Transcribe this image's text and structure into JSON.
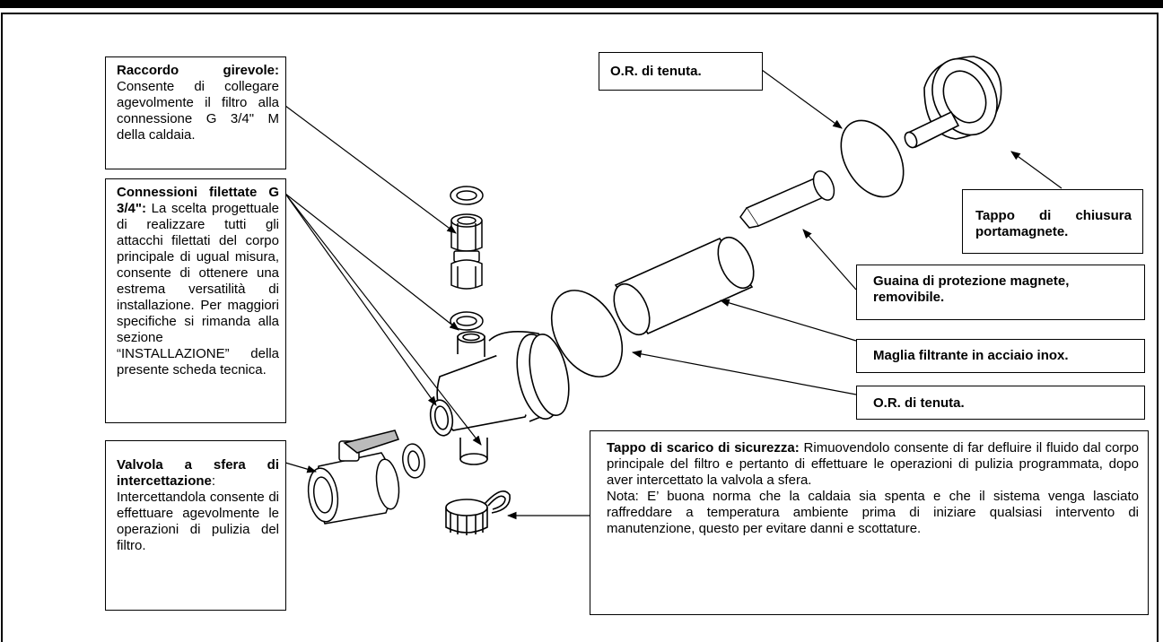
{
  "labels": {
    "raccordo": {
      "title": "Raccordo girevole:",
      "text": "Consente di collegare agevolmente il filtro alla connessione G 3/4\" M della caldaia."
    },
    "connessioni": {
      "title": "Connessioni filettate G 3/4\":",
      "text": "La scelta progettuale di realizzare tutti gli attacchi filettati del corpo principale di ugual misura, consente di ottenere una estrema versatilità di installazione. Per maggiori specifiche si rimanda alla sezione “INSTALLAZIONE” della presente scheda tecnica."
    },
    "valvola": {
      "title": "Valvola a sfera di intercettazione",
      "colon": ":",
      "text": "Intercettandola consente di effettuare agevolmente le operazioni di pulizia del filtro."
    },
    "or_top": "O.R. di tenuta.",
    "tappo_chiusura": "Tappo di chiusura portamagnete.",
    "guaina": "Guaina di protezione magnete, removibile.",
    "maglia": "Maglia filtrante in acciaio inox.",
    "or_bottom": "O.R. di tenuta.",
    "tappo_scarico": {
      "title": "Tappo di scarico di sicurezza:",
      "text": "Rimuovendolo consente di far defluire il fluido dal corpo principale del filtro e pertanto di effettuare le operazioni di pulizia programmata, dopo aver intercettato la valvola a sfera.",
      "note": "Nota: E’ buona norma che la caldaia sia spenta e che il sistema venga lasciato raffreddare a temperatura ambiente prima di iniziare qualsiasi intervento di manutenzione, questo per evitare danni e scottature."
    }
  }
}
